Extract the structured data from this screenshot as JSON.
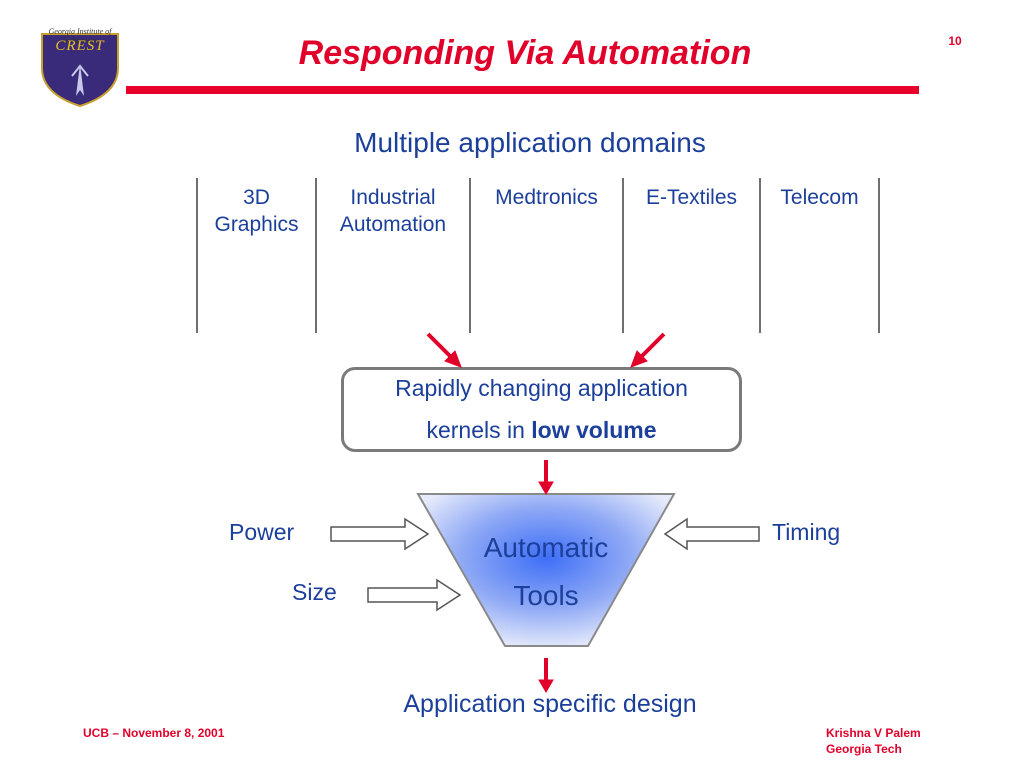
{
  "header": {
    "title": "Responding Via Automation",
    "page_number": "10",
    "logo": {
      "top_text": "Georgia Institute of Technology",
      "name": "CREST"
    }
  },
  "subtitle": "Multiple application domains",
  "domains": [
    {
      "line1": "3D",
      "line2": "Graphics"
    },
    {
      "line1": "Industrial",
      "line2": "Automation"
    },
    {
      "line1": "Medtronics",
      "line2": ""
    },
    {
      "line1": "E-Textiles",
      "line2": ""
    },
    {
      "line1": "Telecom",
      "line2": ""
    }
  ],
  "kernels": {
    "line1": "Rapidly changing application",
    "line2_prefix": "kernels in ",
    "line2_bold": "low volume"
  },
  "funnel": {
    "line1": "Automatic",
    "line2": "Tools"
  },
  "inputs": {
    "power": "Power",
    "size": "Size",
    "timing": "Timing"
  },
  "output": "Application specific design",
  "footer": {
    "left": "UCB – November 8, 2001",
    "right_line1": "Krishna V Palem",
    "right_line2": "Georgia Tech"
  },
  "colors": {
    "title_red": "#e0002a",
    "text_blue": "#1b3f9a",
    "arrow_red": "#e0002a",
    "funnel_blue": "#4a78f5"
  }
}
